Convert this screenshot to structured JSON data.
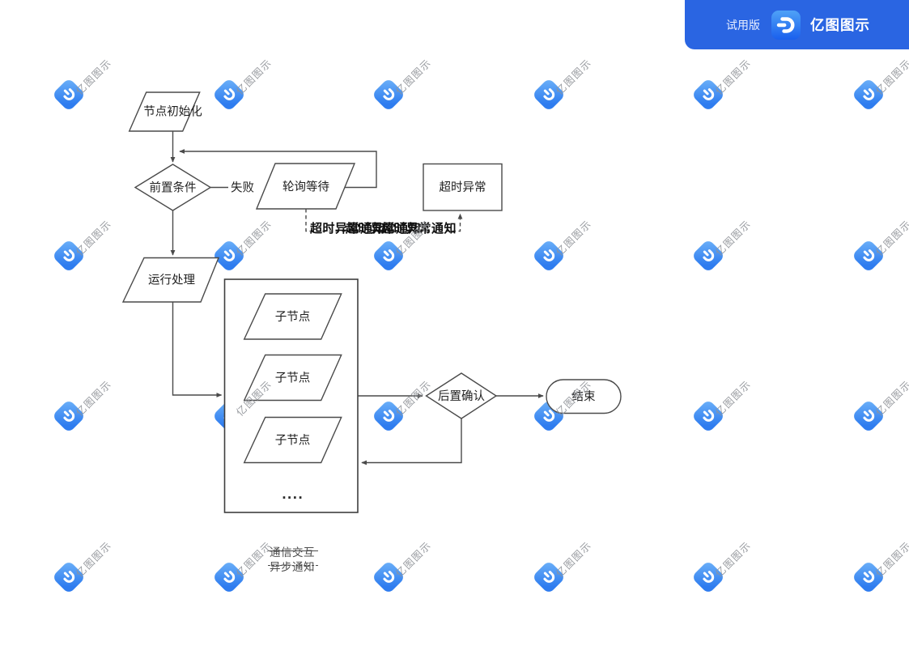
{
  "app": {
    "trial_badge": "试用版",
    "brand_name": "亿图图示"
  },
  "watermark": {
    "text": "亿图图示"
  },
  "diagram": {
    "nodes": {
      "init": {
        "label": "节点初始化",
        "shape": "parallelogram"
      },
      "precondition": {
        "label": "前置条件",
        "shape": "diamond"
      },
      "polling_wait": {
        "label": "轮询等待",
        "shape": "parallelogram"
      },
      "timeout_exception": {
        "label": "超时异常",
        "shape": "rectangle"
      },
      "run_process": {
        "label": "运行处理",
        "shape": "parallelogram"
      },
      "child_node_1": {
        "label": "子节点",
        "shape": "parallelogram"
      },
      "child_node_2": {
        "label": "子节点",
        "shape": "parallelogram"
      },
      "child_node_3": {
        "label": "子节点",
        "shape": "parallelogram"
      },
      "ellipsis": {
        "label": "...."
      },
      "post_confirm": {
        "label": "后置确认",
        "shape": "diamond"
      },
      "end": {
        "label": "结束",
        "shape": "terminator"
      }
    },
    "edge_labels": {
      "fail": "失败",
      "timeout_notice": "超时异常通知"
    },
    "legend": [
      {
        "label": "通信交互",
        "line_style": "solid"
      },
      {
        "label": "异步通知",
        "line_style": "dashed"
      }
    ],
    "colors": {
      "stroke": "#4a4a4a",
      "fill": "#ffffff",
      "text": "#1f1f1f",
      "banner_bg": "#2a65e2",
      "watermark_text": "#8f9398"
    }
  }
}
